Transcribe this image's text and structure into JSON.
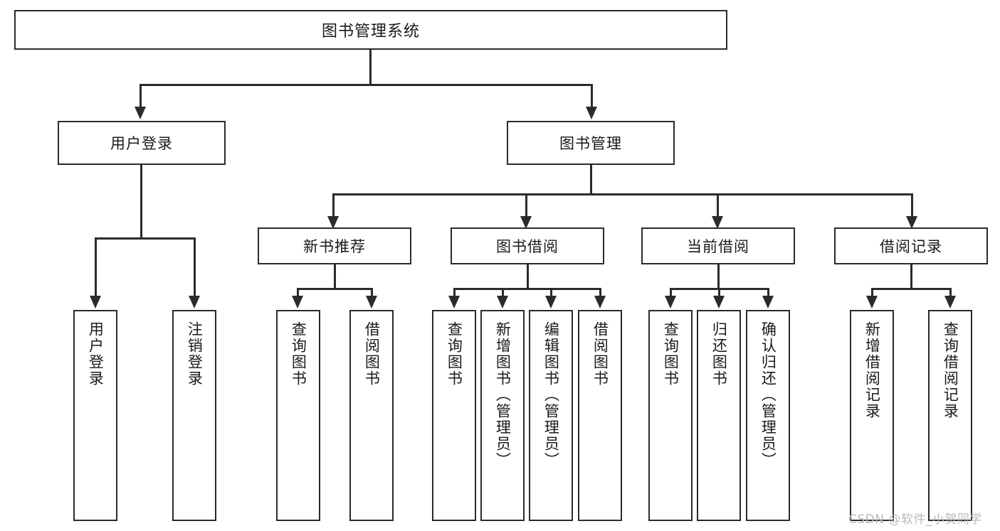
{
  "diagram": {
    "type": "tree-hierarchy-chart",
    "title": "图书管理系统",
    "orientation": "top-down",
    "colors": {
      "box_border": "#2b2b2b",
      "box_fill": "#ffffff",
      "connector": "#2b2b2b",
      "text": "#1a1a1a",
      "watermark": "#b9b9b9",
      "background": "#ffffff"
    },
    "root": {
      "label": "图书管理系统"
    },
    "level2": [
      {
        "id": "user-login",
        "label": "用户登录"
      },
      {
        "id": "book-management",
        "label": "图书管理"
      }
    ],
    "level3": [
      {
        "id": "new-book-recommend",
        "label": "新书推荐",
        "parent": "book-management"
      },
      {
        "id": "book-borrow",
        "label": "图书借阅",
        "parent": "book-management"
      },
      {
        "id": "current-borrow",
        "label": "当前借阅",
        "parent": "book-management"
      },
      {
        "id": "borrow-record",
        "label": "借阅记录",
        "parent": "book-management"
      }
    ],
    "leaves": {
      "user-login": [
        {
          "id": "leaf-user-login",
          "label": "用户登录"
        },
        {
          "id": "leaf-logout-login",
          "label": "注销登录"
        }
      ],
      "new-book-recommend": [
        {
          "id": "leaf-query-book-1",
          "label": "查询图书"
        },
        {
          "id": "leaf-borrow-book-1",
          "label": "借阅图书"
        }
      ],
      "book-borrow": [
        {
          "id": "leaf-query-book-2",
          "label": "查询图书"
        },
        {
          "id": "leaf-add-book",
          "label": "新增图书（管理员）"
        },
        {
          "id": "leaf-edit-book",
          "label": "编辑图书（管理员）"
        },
        {
          "id": "leaf-borrow-book-2",
          "label": "借阅图书"
        }
      ],
      "current-borrow": [
        {
          "id": "leaf-query-book-3",
          "label": "查询图书"
        },
        {
          "id": "leaf-return-book",
          "label": "归还图书"
        },
        {
          "id": "leaf-confirm-return",
          "label": "确认归还（管理员）"
        }
      ],
      "borrow-record": [
        {
          "id": "leaf-add-record",
          "label": "新增借阅记录"
        },
        {
          "id": "leaf-query-record",
          "label": "查询借阅记录"
        }
      ]
    },
    "watermark": "CSDN @软件_小贺同学"
  }
}
